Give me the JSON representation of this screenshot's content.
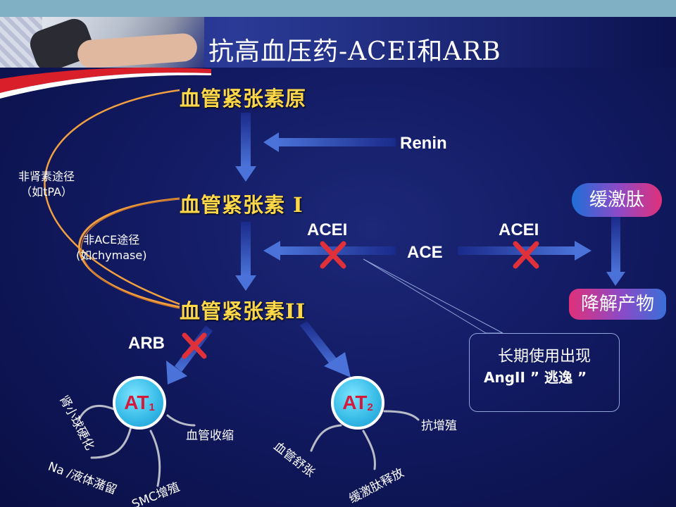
{
  "slide": {
    "title": "抗高血压药-ACEI和ARB",
    "colors": {
      "topbar": "#7fb0c4",
      "background": "#121a62",
      "node_text": "#ffd84a",
      "cross": "#e0303a",
      "flow_arrow": "#3b62c4"
    }
  },
  "nodes": {
    "angiotensinogen": "血管紧张素原",
    "angiotensin1": "血管紧张素 I",
    "angiotensin2": "血管紧张素II"
  },
  "labels": {
    "renin": "Renin",
    "acei_left": "ACEI",
    "acei_right": "ACEI",
    "ace": "ACE",
    "arb": "ARB"
  },
  "pathways": {
    "non_renin": {
      "line1": "非肾素途径",
      "line2": "（如tPA）"
    },
    "non_ace": {
      "line1": "非ACE途径",
      "line2": "(如chymase)"
    }
  },
  "bradykinin": {
    "source": "缓激肽",
    "product": "降解产物"
  },
  "callout": {
    "line1": "长期使用出现",
    "line2": "AngII  ” 逃逸 ”"
  },
  "receptors": {
    "at1": {
      "prefix": "AT",
      "sub": "1"
    },
    "at2": {
      "prefix": "AT",
      "sub": "2"
    }
  },
  "at1_effects": {
    "glomerulosclerosis": "肾小球硬化",
    "na_retention": "Na /液体潴留",
    "smc_proliferation": "SMC增殖",
    "vasoconstriction": "血管收缩"
  },
  "at2_effects": {
    "vasodilation": "血管舒张",
    "bradykinin_release": "缓激肽释放",
    "anti_proliferation": "抗增殖"
  },
  "icons": [
    "cross-icon",
    "arrow-icon"
  ]
}
